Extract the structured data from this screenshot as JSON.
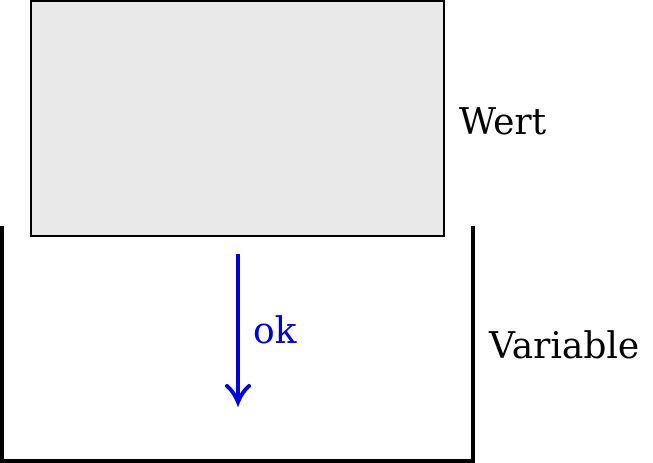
{
  "diagram": {
    "value_box_label": "Wert",
    "container_label": "Variable",
    "arrow_label": "ok",
    "colors": {
      "box_fill": "#e9e9e9",
      "stroke": "#000000",
      "arrow": "#0000dd",
      "text": "#000000"
    }
  }
}
